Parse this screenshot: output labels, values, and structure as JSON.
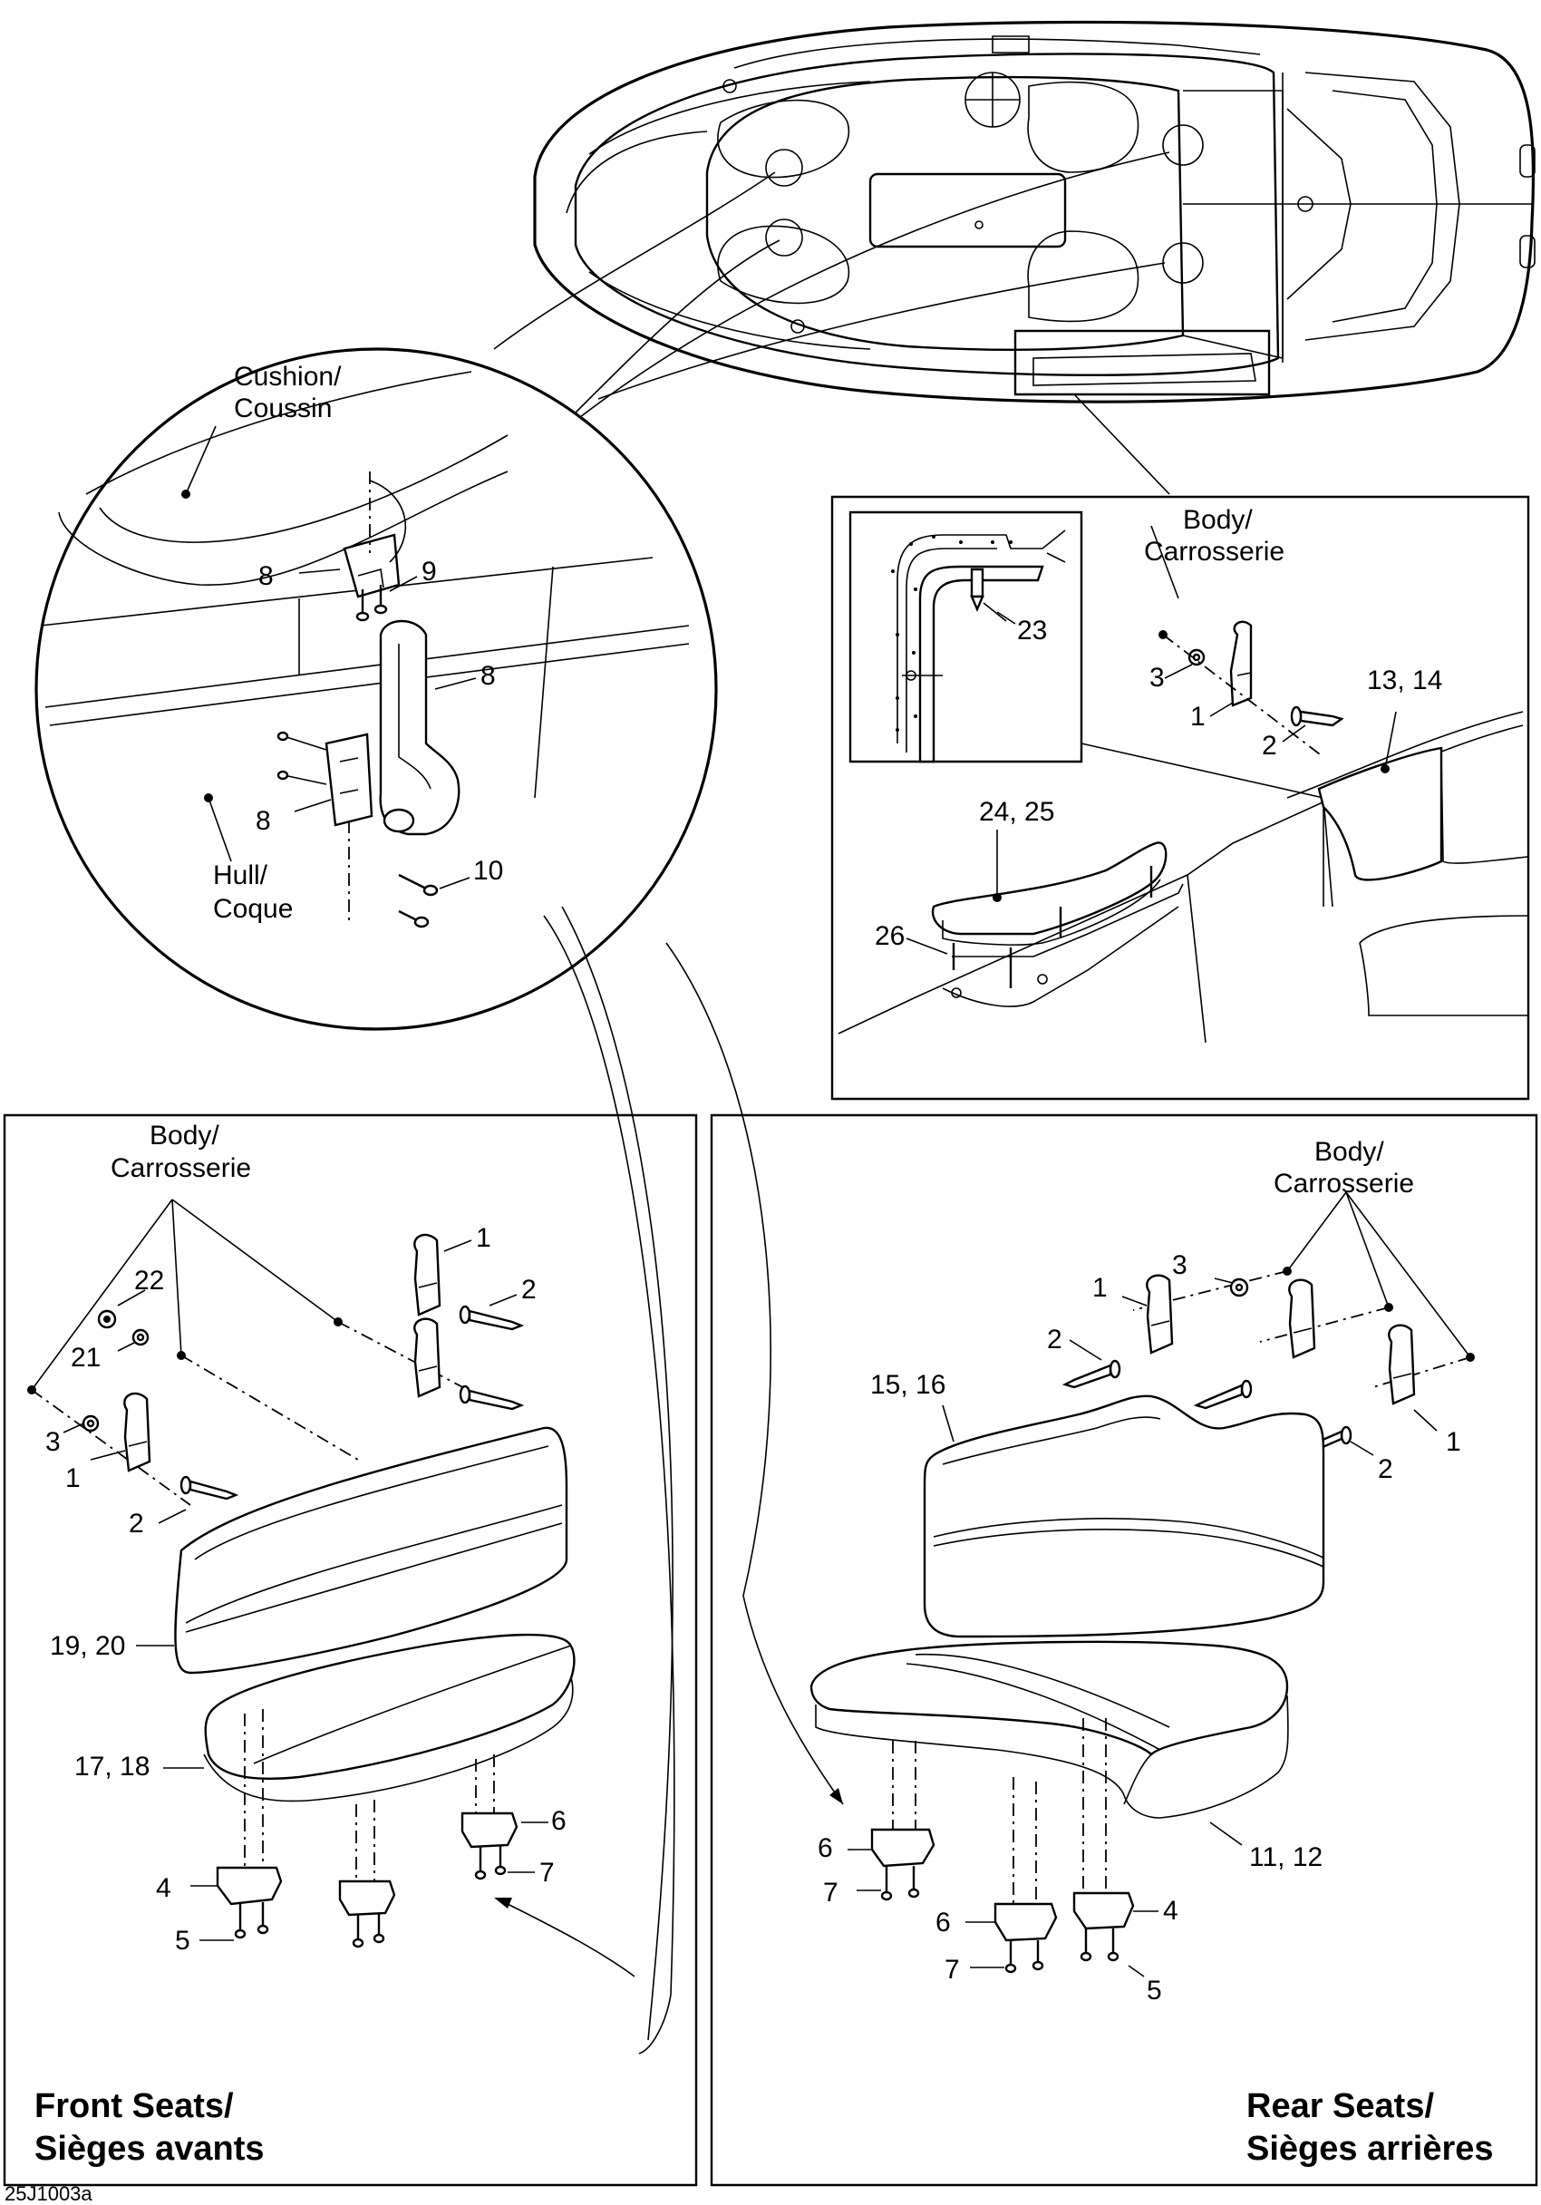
{
  "diagram": {
    "drawing_code": "25J1003a",
    "sections": {
      "front_seats": {
        "title_line1": "Front Seats/",
        "title_line2": "Sièges avants"
      },
      "rear_seats": {
        "title_line1": "Rear Seats/",
        "title_line2": "Sièges arrières"
      }
    },
    "labels": {
      "cushion": [
        "Cushion/",
        "Coussin"
      ],
      "hull": [
        "Hull/",
        "Coque"
      ],
      "body_armrest": [
        "Body/",
        "Carrosserie"
      ],
      "body_front": [
        "Body/",
        "Carrosserie"
      ],
      "body_rear": [
        "Body/",
        "Carrosserie"
      ]
    },
    "callouts": {
      "detail_circle": [
        "8",
        "9",
        "8",
        "8",
        "10"
      ],
      "armrest_box": [
        "23",
        "3",
        "1",
        "2",
        "13, 14",
        "24, 25",
        "26"
      ],
      "front_seats": [
        "1",
        "2",
        "22",
        "21",
        "3",
        "1",
        "2",
        "19, 20",
        "17, 18",
        "6",
        "7",
        "4",
        "5"
      ],
      "rear_seats": [
        "3",
        "1",
        "2",
        "15, 16",
        "1",
        "2",
        "11, 12",
        "6",
        "7",
        "6",
        "4",
        "7",
        "5"
      ]
    }
  }
}
